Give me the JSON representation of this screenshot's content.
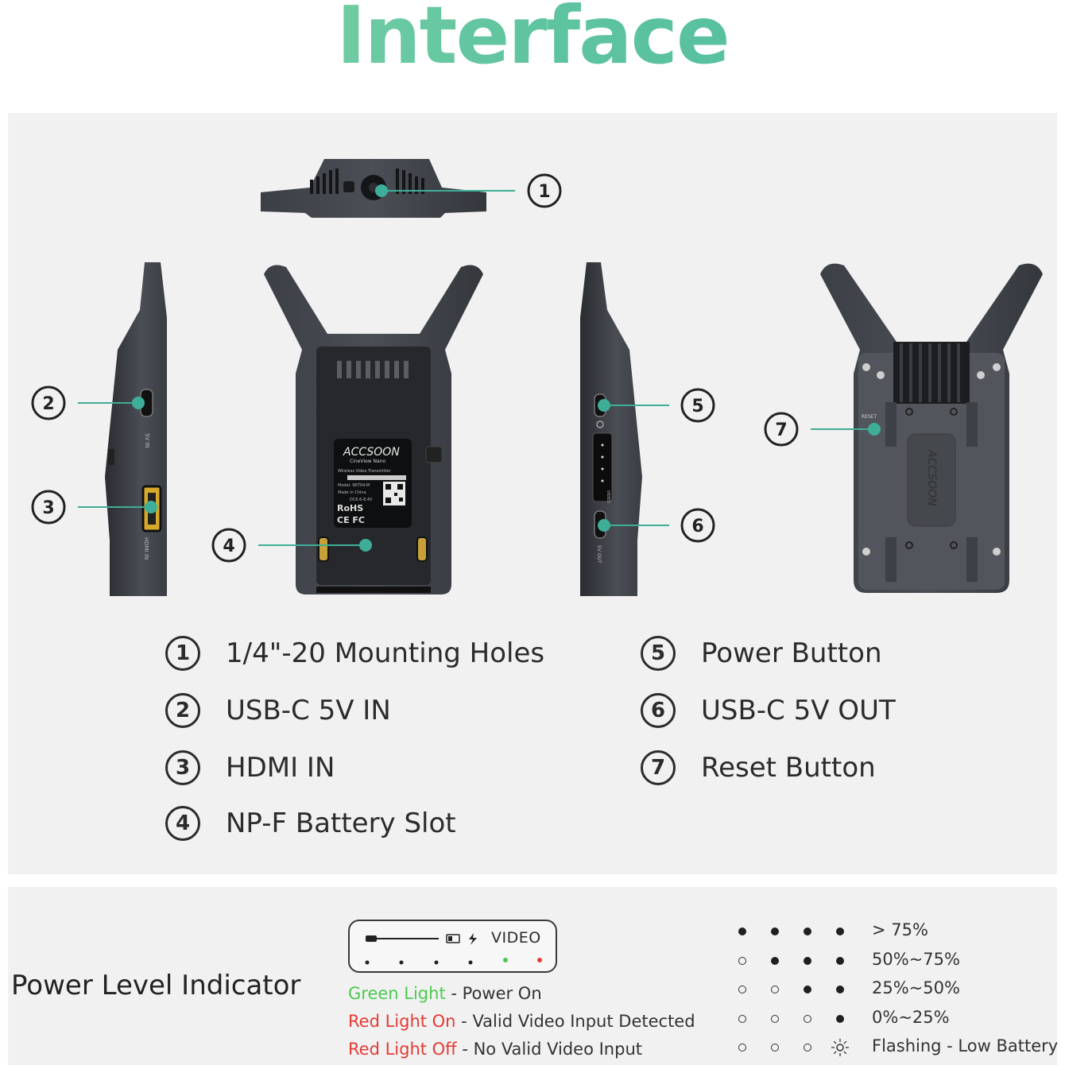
{
  "title": "Interface",
  "callouts": [
    "1",
    "2",
    "3",
    "4",
    "5",
    "6",
    "7"
  ],
  "port_labels": {
    "usb_in": "5V IN",
    "hdmi_in": "HDMI IN",
    "usb_out": "5V OUT",
    "video": "VIDEO",
    "reset": "RESET"
  },
  "device_label": {
    "brand": "ACCSOON",
    "model": "CineView Nano",
    "line1": "Wireless Video Transmitter",
    "line2": "Model: WIT04-M",
    "line3": "Made in China",
    "line4": "DC6.6-8.4V",
    "rohs": "RoHS",
    "marks": "CE FC"
  },
  "legend": [
    {
      "num": "1",
      "label": "1/4\"-20 Mounting Holes"
    },
    {
      "num": "2",
      "label": "USB-C 5V IN"
    },
    {
      "num": "3",
      "label": "HDMI IN"
    },
    {
      "num": "4",
      "label": "NP-F Battery Slot"
    },
    {
      "num": "5",
      "label": "Power Button"
    },
    {
      "num": "6",
      "label": "USB-C 5V OUT"
    },
    {
      "num": "7",
      "label": "Reset Button"
    }
  ],
  "power": {
    "title": "Power Level Indicator",
    "video_label": "VIDEO",
    "lights": [
      {
        "color_label": "Green Light",
        "sep": " - ",
        "desc": "Power On"
      },
      {
        "color_label": "Red Light On",
        "sep": " - ",
        "desc": "Valid Video Input Detected"
      },
      {
        "color_label": "Red Light Off",
        "sep": " - ",
        "desc": "No Valid Video Input"
      }
    ],
    "levels": [
      {
        "dots": [
          "on",
          "on",
          "on",
          "on"
        ],
        "label": "> 75%"
      },
      {
        "dots": [
          "off",
          "on",
          "on",
          "on"
        ],
        "label": "50%~75%"
      },
      {
        "dots": [
          "off",
          "off",
          "on",
          "on"
        ],
        "label": "25%~50%"
      },
      {
        "dots": [
          "off",
          "off",
          "off",
          "on"
        ],
        "label": "0%~25%"
      },
      {
        "dots": [
          "off",
          "off",
          "off",
          "flash"
        ],
        "label": "Flashing - Low Battery"
      }
    ],
    "colors": {
      "green": "#4cc94f",
      "red": "#e53a35",
      "accent": "#3fae98"
    }
  }
}
